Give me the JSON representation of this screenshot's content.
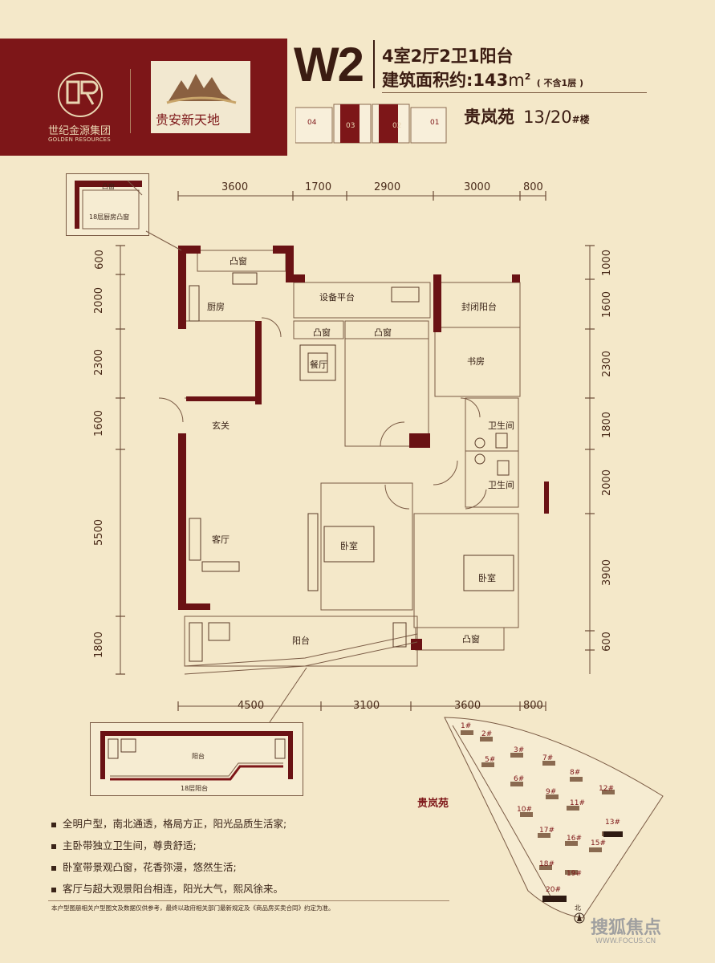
{
  "brand": {
    "group_name": "世纪金源集团",
    "group_name_en": "GOLDEN RESOURCES",
    "project_name": "贵安新天地"
  },
  "unit": {
    "code": "W2",
    "layout": "4室2厅2卫1阳台",
    "area_label": "建筑面积约:",
    "area_value": "143",
    "area_unit": "m",
    "area_unit_sup": "2",
    "area_note": "( 不含1层 )",
    "building_name": "贵岚苑",
    "building_number": "13/20",
    "building_suffix": "#楼",
    "unit_positions": [
      "04",
      "03",
      "02",
      "01"
    ]
  },
  "top_dimensions": [
    "3600",
    "1700",
    "2900",
    "3000",
    "800"
  ],
  "bottom_dimensions": [
    "4500",
    "3100",
    "3600",
    "800"
  ],
  "left_dimensions": [
    "600",
    "2000",
    "2300",
    "1600",
    "5500",
    "1800"
  ],
  "right_dimensions": [
    "1000",
    "1600",
    "2300",
    "1800",
    "2000",
    "3900",
    "600"
  ],
  "rooms": {
    "bay_window_kitchen": "凸窗",
    "kitchen": "厨房",
    "equipment_platform": "设备平台",
    "enclosed_balcony": "封闭阳台",
    "bay_window_a": "凸窗",
    "bay_window_b": "凸窗",
    "dining": "餐厅",
    "study": "书房",
    "foyer": "玄关",
    "bathroom_1": "卫生间",
    "bathroom_2": "卫生间",
    "living": "客厅",
    "bedroom_1": "卧室",
    "bedroom_2": "卧室",
    "balcony": "阳台",
    "bay_window_bottom": "凸窗"
  },
  "inset_top": {
    "bay_window": "凸窗",
    "caption": "18层厨房凸窗"
  },
  "inset_bottom": {
    "balcony": "阳台",
    "caption": "18层阳台"
  },
  "site_plan": {
    "title": "贵岚苑",
    "north": "北",
    "buildings": [
      "1#",
      "2#",
      "3#",
      "5#",
      "7#",
      "6#",
      "8#",
      "9#",
      "10#",
      "11#",
      "12#",
      "13#",
      "17#",
      "16#",
      "15#",
      "18#",
      "19#",
      "20#"
    ]
  },
  "features": [
    "全明户型，南北通透，格局方正，阳光品质生活家;",
    "主卧带独立卫生间，尊贵舒适;",
    "卧室带景观凸窗，花香弥漫，悠然生活;",
    "客厅与超大观景阳台相连，阳光大气，熙风徐来。"
  ],
  "disclaimer": "本户型图册相关户型图文及数据仅供参考，最终以政府相关部门最新规定及《商品房买卖合同》约定为准。",
  "watermark": {
    "text": "搜狐焦点",
    "url": "WWW.FOCUS.CN"
  },
  "colors": {
    "brand": "#7d1618",
    "background": "#f4e8c9",
    "wall": "#6a1214",
    "gold": "#c9a56a"
  }
}
